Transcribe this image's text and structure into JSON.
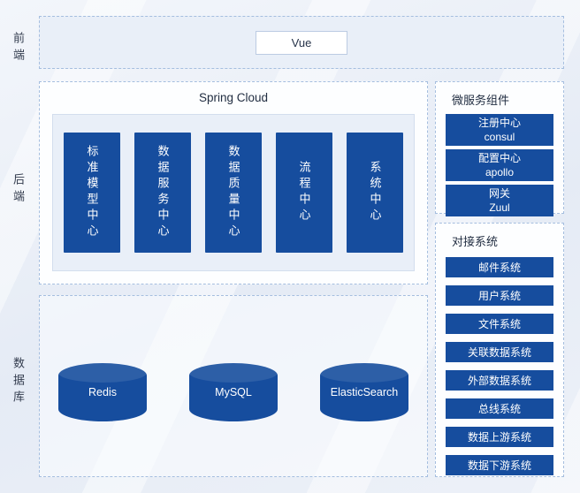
{
  "colors": {
    "accent": "#164d9e",
    "panel-fill": "#e9eff8",
    "dash-border": "#a5bedf",
    "text-dark": "#27344a"
  },
  "layers": {
    "frontend": "前端",
    "backend": "后端",
    "database": "数据库"
  },
  "frontend": {
    "nodes": [
      {
        "label": "Vue"
      }
    ]
  },
  "backend": {
    "title": "Spring Cloud",
    "centers": [
      {
        "label": "标准模型中心"
      },
      {
        "label": "数据服务中心"
      },
      {
        "label": "数据质量中心"
      },
      {
        "label": "流程中心"
      },
      {
        "label": "系统中心"
      }
    ]
  },
  "microservices": {
    "title": "微服务组件",
    "items": [
      {
        "name": "注册中心",
        "tech": "consul"
      },
      {
        "name": "配置中心",
        "tech": "apollo"
      },
      {
        "name": "网关",
        "tech": "Zuul"
      }
    ]
  },
  "integration": {
    "title": "对接系统",
    "items": [
      {
        "label": "邮件系统"
      },
      {
        "label": "用户系统"
      },
      {
        "label": "文件系统"
      },
      {
        "label": "关联数据系统"
      },
      {
        "label": "外部数据系统"
      },
      {
        "label": "总线系统"
      },
      {
        "label": "数据上游系统"
      },
      {
        "label": "数据下游系统"
      }
    ]
  },
  "databases": {
    "nodes": [
      {
        "label": "Redis"
      },
      {
        "label": "MySQL"
      },
      {
        "label": "ElasticSearch"
      }
    ]
  }
}
